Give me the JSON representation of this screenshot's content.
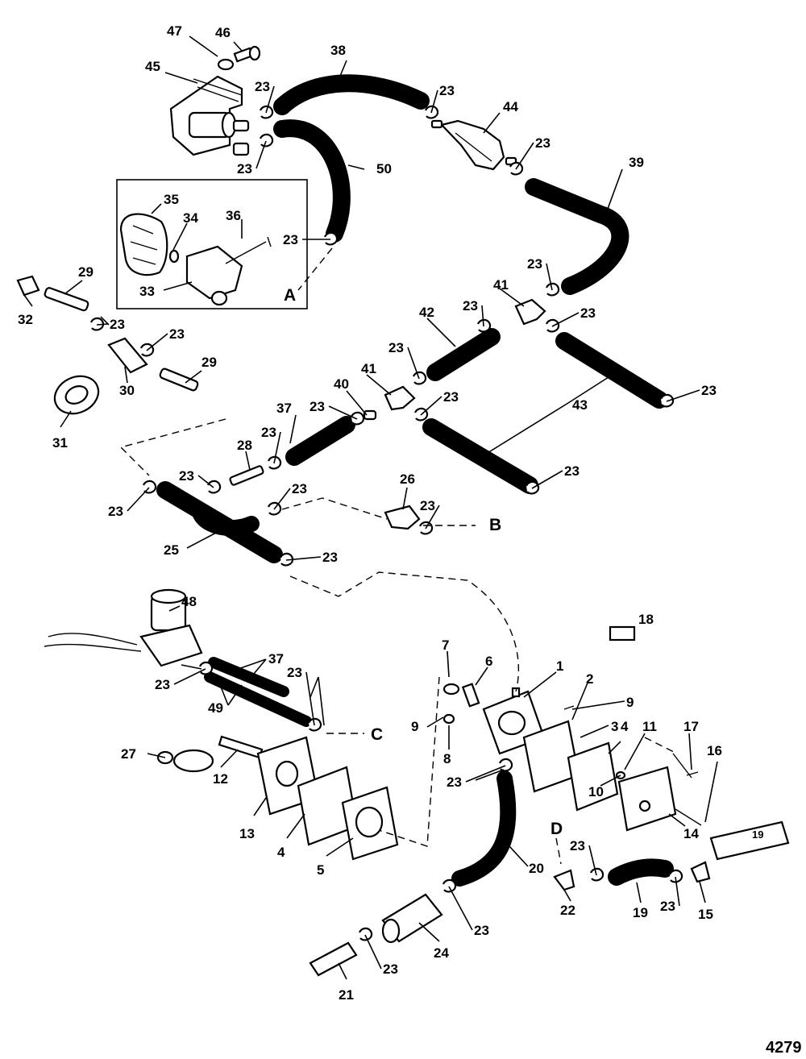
{
  "drawing_number": "4279",
  "callout_letters": [
    "A",
    "B",
    "C",
    "D"
  ],
  "tube_label": "19",
  "callouts": {
    "c1": "1",
    "c2": "2",
    "c3": "3",
    "c4a": "4",
    "c4b": "4",
    "c5": "5",
    "c6": "6",
    "c7": "7",
    "c8": "8",
    "c9a": "9",
    "c9b": "9",
    "c10": "10",
    "c11": "11",
    "c12": "12",
    "c13": "13",
    "c14": "14",
    "c15": "15",
    "c16": "16",
    "c17": "17",
    "c18": "18",
    "c19": "19",
    "c20": "20",
    "c21": "21",
    "c22": "22",
    "c24": "24",
    "c25": "25",
    "c26": "26",
    "c27": "27",
    "c28": "28",
    "c29a": "29",
    "c29b": "29",
    "c30": "30",
    "c31": "31",
    "c32": "32",
    "c33": "33",
    "c34": "34",
    "c35": "35",
    "c36": "36",
    "c37a": "37",
    "c37b": "37",
    "c38": "38",
    "c39": "39",
    "c40": "40",
    "c41a": "41",
    "c41b": "41",
    "c42": "42",
    "c43": "43",
    "c44": "44",
    "c45": "45",
    "c46": "46",
    "c47": "47",
    "c48": "48",
    "c49": "49",
    "c50": "50"
  },
  "clamp_callouts": [
    "23",
    "23",
    "23",
    "23",
    "23",
    "23",
    "23",
    "23",
    "23",
    "23",
    "23",
    "23",
    "23",
    "23",
    "23",
    "23",
    "23",
    "23",
    "23",
    "23",
    "23",
    "23",
    "23",
    "23",
    "23",
    "23"
  ]
}
